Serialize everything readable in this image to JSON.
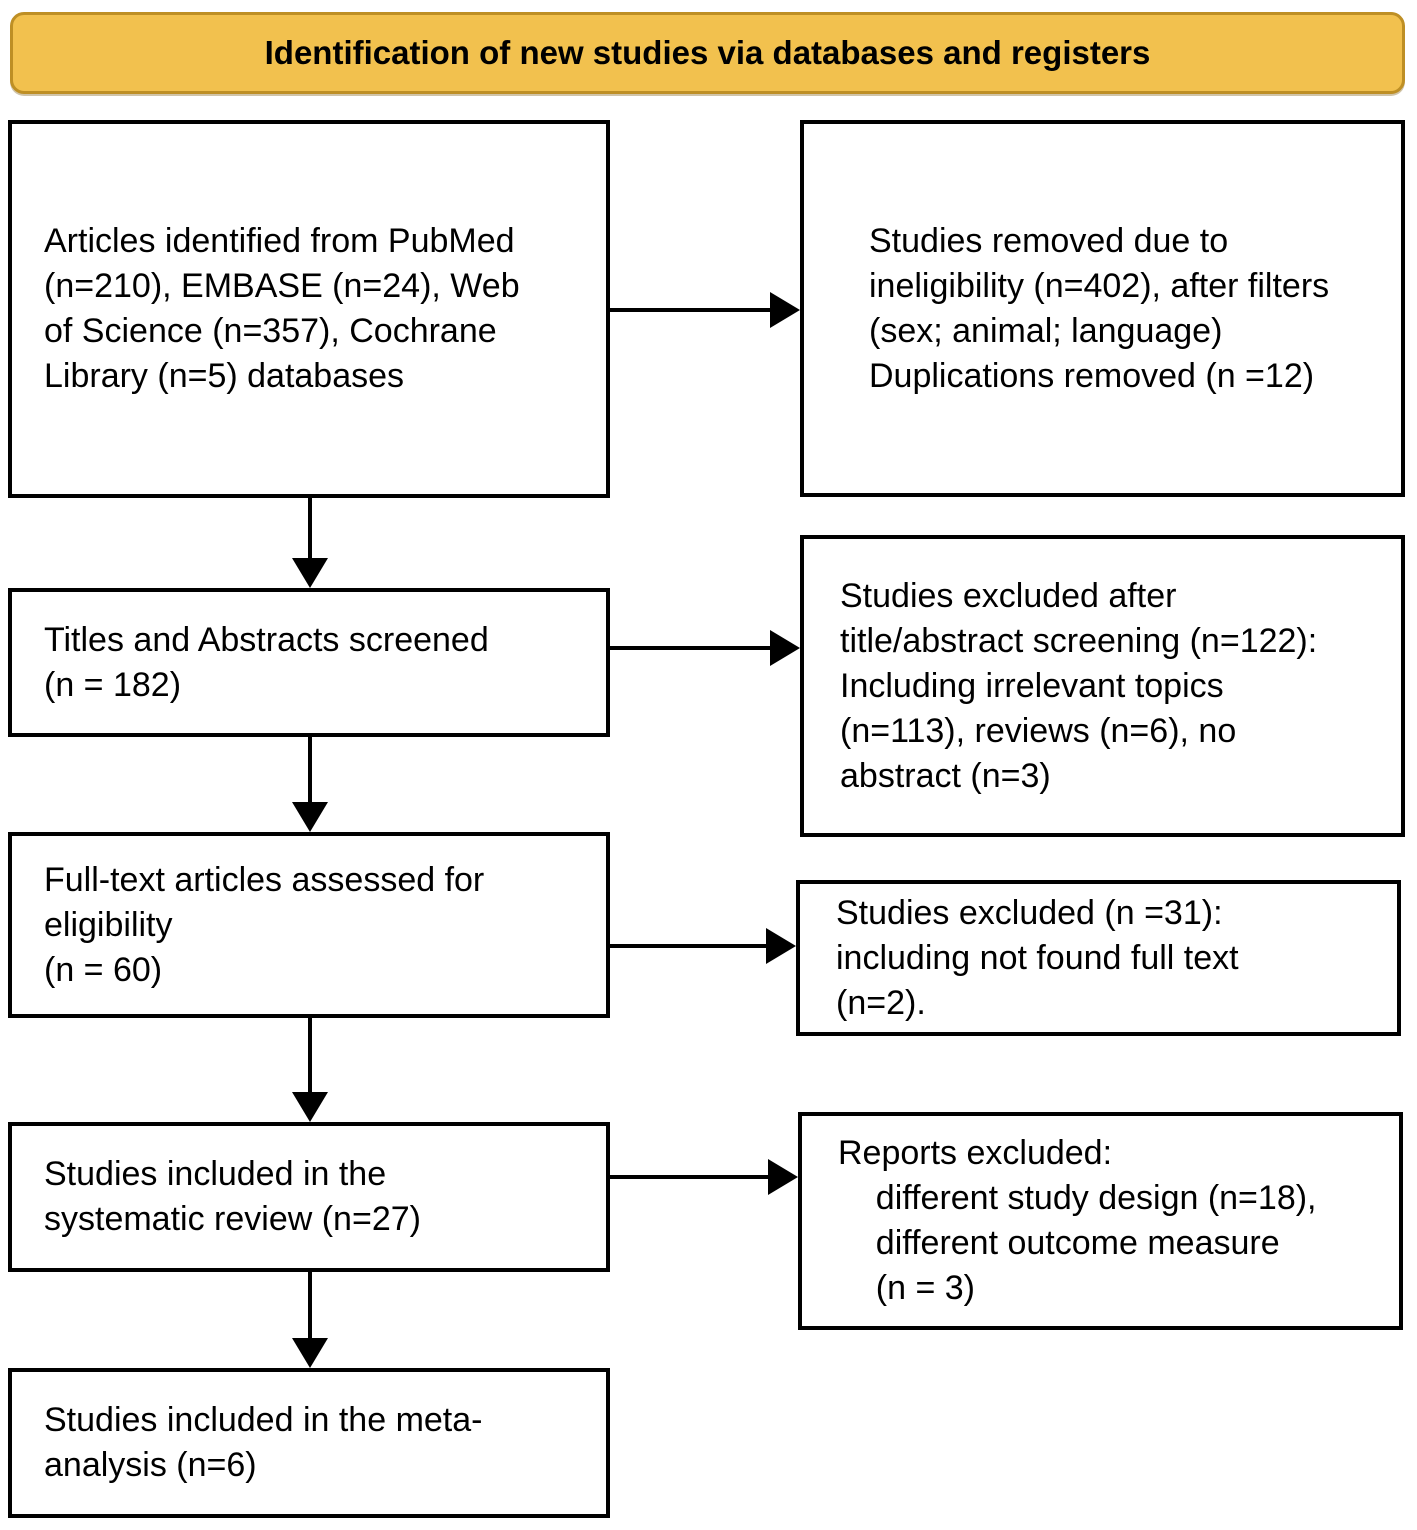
{
  "title": "Identification of new studies via databases and registers",
  "colors": {
    "header_fill": "#F2C14E",
    "header_border": "#BE8F25",
    "box_border": "#000000",
    "text": "#000000",
    "background": "#FFFFFF"
  },
  "boxes": {
    "identification": {
      "text": "Articles identified from PubMed\n(n=210), EMBASE (n=24), Web\nof Science (n=357), Cochrane\nLibrary (n=5) databases"
    },
    "removed": {
      "text": "Studies removed due to\nineligibility (n=402), after filters\n(sex; animal; language)\nDuplications removed (n =12)"
    },
    "titles_abstracts": {
      "text": "Titles and Abstracts screened\n(n = 182)"
    },
    "excluded_screening": {
      "text": "Studies excluded after\ntitle/abstract screening (n=122):\nIncluding irrelevant topics\n(n=113), reviews (n=6), no\nabstract (n=3)"
    },
    "fulltext": {
      "text": "Full-text articles assessed for\neligibility\n(n = 60)"
    },
    "excluded_fulltext": {
      "text": "Studies excluded (n =31):\nincluding not found full text\n(n=2)."
    },
    "systematic_review": {
      "text": "Studies included in the\nsystematic review (n=27)"
    },
    "reports_excluded": {
      "text": "Reports excluded:\n    different study design (n=18),\n    different outcome measure\n    (n = 3)"
    },
    "meta_analysis": {
      "text": "Studies included in the meta-\nanalysis (n=6)"
    }
  }
}
